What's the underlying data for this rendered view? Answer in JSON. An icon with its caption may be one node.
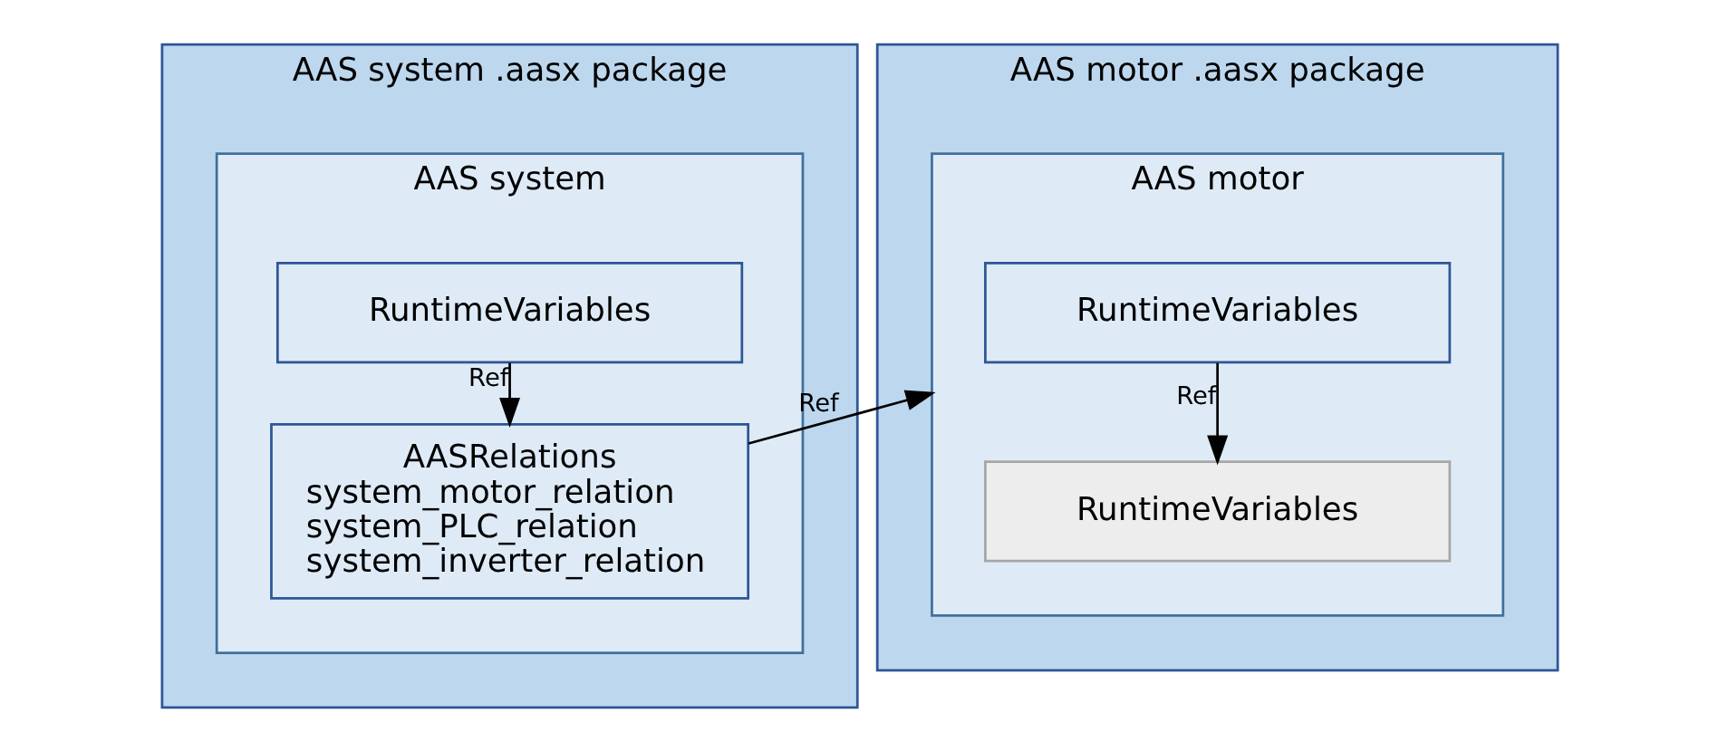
{
  "diagram": {
    "nodes": [
      {
        "text": [
          "AAS system .aasx package"
        ]
      },
      {
        "text": [
          "AAS system"
        ],
        "in": 0
      },
      {
        "text": [
          "RuntimeVariables"
        ],
        "in": 1
      },
      {
        "text": [
          "AASRelations",
          "system_motor_relation",
          "system_PLC_relation",
          "system_inverter_relation"
        ],
        "in": 1
      },
      {
        "text": [
          "AAS motor .aasx package"
        ]
      },
      {
        "text": [
          "AAS motor"
        ],
        "in": 4
      },
      {
        "text": [
          "RuntimeVariables"
        ],
        "in": 5
      },
      {
        "text": [
          "RuntimeVariables"
        ],
        "in": 5
      }
    ],
    "edges": [
      {
        "from": 2,
        "to": 3,
        "arrow": "to",
        "label": "Ref"
      },
      {
        "from": 3,
        "to": 5,
        "arrow": "to",
        "label": "Ref"
      },
      {
        "from": 6,
        "to": 7,
        "arrow": "to",
        "label": "Ref"
      }
    ]
  }
}
